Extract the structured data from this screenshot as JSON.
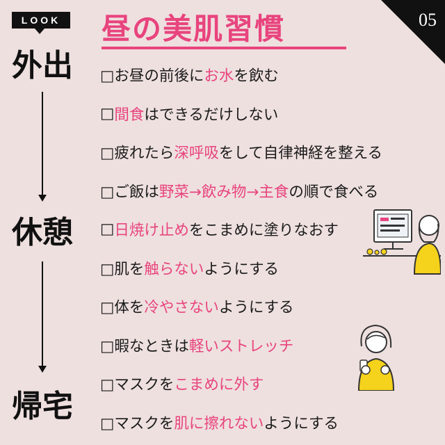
{
  "badge": {
    "label": "LOOK"
  },
  "title": "昼の美肌習慣",
  "page_number": "05",
  "stages": [
    "外出",
    "休憩",
    "帰宅"
  ],
  "checklist": [
    {
      "segments": [
        {
          "text": "□お昼の前後に"
        },
        {
          "text": "お水",
          "hl": true
        },
        {
          "text": "を飲む"
        }
      ]
    },
    {
      "segments": [
        {
          "text": "□"
        },
        {
          "text": "間食",
          "hl": true
        },
        {
          "text": "はできるだけしない"
        }
      ]
    },
    {
      "segments": [
        {
          "text": "□疲れたら"
        },
        {
          "text": "深呼吸",
          "hl": true
        },
        {
          "text": "をして自律神経を整える"
        }
      ]
    },
    {
      "segments": [
        {
          "text": "□ご飯は"
        },
        {
          "text": "野菜→飲み物→主食",
          "hl": true
        },
        {
          "text": "の順で食べる"
        }
      ]
    },
    {
      "segments": [
        {
          "text": "□"
        },
        {
          "text": "日焼け止め",
          "hl": true
        },
        {
          "text": "をこまめに塗りなおす"
        }
      ]
    },
    {
      "segments": [
        {
          "text": "□肌を"
        },
        {
          "text": "触らない",
          "hl": true
        },
        {
          "text": "ようにする"
        }
      ]
    },
    {
      "segments": [
        {
          "text": "□体を"
        },
        {
          "text": "冷やさない",
          "hl": true
        },
        {
          "text": "ようにする"
        }
      ]
    },
    {
      "segments": [
        {
          "text": "□暇なときは"
        },
        {
          "text": "軽いストレッチ",
          "hl": true
        }
      ]
    },
    {
      "segments": [
        {
          "text": "□マスクを"
        },
        {
          "text": "こまめに外す",
          "hl": true
        }
      ]
    },
    {
      "segments": [
        {
          "text": "□マスクを"
        },
        {
          "text": "肌に擦れない",
          "hl": true
        },
        {
          "text": "ようにする"
        }
      ]
    }
  ],
  "colors": {
    "accent": "#e8447e",
    "background": "#eee0df",
    "dark": "#111111",
    "figure_yellow": "#f5d21b"
  },
  "illustrations": [
    "woman-at-computer",
    "woman-holding-drink"
  ]
}
